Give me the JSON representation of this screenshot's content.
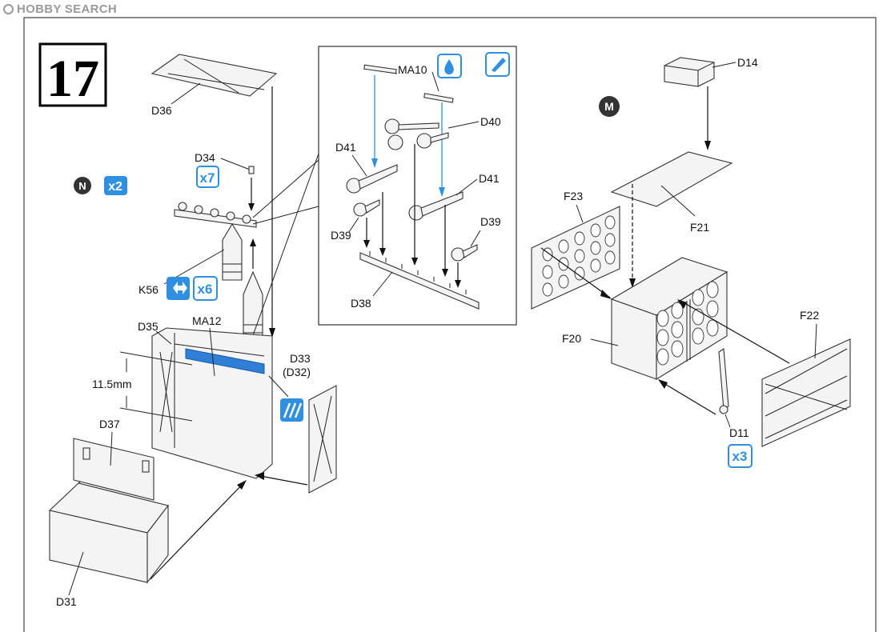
{
  "watermark": {
    "text": "HOBBY SEARCH"
  },
  "step_number": "17",
  "colors": {
    "instruction_blue": "#2f8fe0",
    "line": "#222222",
    "part_fill": "#f4f4f4",
    "blue_strip": "#2f7fd6"
  },
  "symbols": {
    "N": "N",
    "M": "M",
    "x2": "x2",
    "x7": "x7",
    "x6": "x6",
    "x3": "x3",
    "paint_drop_icon": "paint-drop-icon",
    "brush_icon": "brush-icon",
    "hatch_icon": "hatch-icon",
    "turn_icon": "turn-over-icon"
  },
  "labels": {
    "D36": "D36",
    "D34": "D34",
    "K56": "K56",
    "D35": "D35",
    "MA12": "MA12",
    "D33": "D33",
    "D32": "(D32)",
    "dim": "11.5mm",
    "D37": "D37",
    "D31": "D31",
    "MA10": "MA10",
    "D40": "D40",
    "D41a": "D41",
    "D41b": "D41",
    "D39a": "D39",
    "D39b": "D39",
    "D38": "D38",
    "D14": "D14",
    "F23": "F23",
    "F21": "F21",
    "F20": "F20",
    "F22": "F22",
    "D11": "D11"
  }
}
